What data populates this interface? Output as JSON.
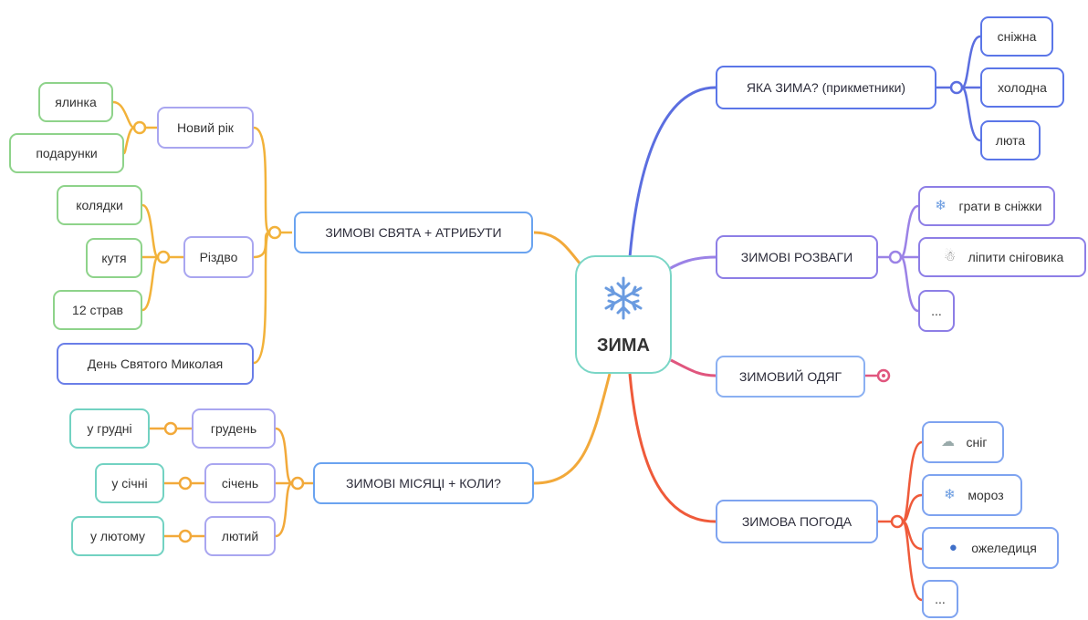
{
  "center": {
    "title": "ЗИМА",
    "icon": "snowflake-icon"
  },
  "colors": {
    "blue": "#5b6ee0",
    "violet": "#9b82e6",
    "pink": "#e0567e",
    "red": "#ef5a3a",
    "orange": "#f2a93a",
    "gold": "#f2b23a"
  },
  "right": {
    "what_winter": {
      "label": "ЯКА ЗИМА? (прикметники)",
      "children": [
        "сніжна",
        "холодна",
        "люта"
      ]
    },
    "fun": {
      "label": "ЗИМОВІ РОЗВАГИ",
      "children": [
        {
          "label": "грати в сніжки",
          "icon": "snowflake-icon"
        },
        {
          "label": "ліпити сніговика",
          "icon": "snowman-icon"
        },
        {
          "label": "..."
        }
      ]
    },
    "clothes": {
      "label": "ЗИМОВИЙ ОДЯГ"
    },
    "weather": {
      "label": "ЗИМОВА ПОГОДА",
      "children": [
        {
          "label": "сніг",
          "icon": "cloud-snow-icon"
        },
        {
          "label": "мороз",
          "icon": "snowflake-icon"
        },
        {
          "label": "ожеледиця",
          "icon": "ice-icon"
        },
        {
          "label": "..."
        }
      ]
    }
  },
  "left": {
    "holidays": {
      "label": "ЗИМОВІ СВЯТА + АТРИБУТИ",
      "new_year": {
        "label": "Новий рік",
        "children": [
          "ялинка",
          "подарунки"
        ]
      },
      "christmas": {
        "label": "Різдво",
        "children": [
          "колядки",
          "кутя",
          "12 страв"
        ]
      },
      "st_nicholas": {
        "label": "День Святого Миколая"
      }
    },
    "months": {
      "label": "ЗИМОВІ МІСЯЦІ + КОЛИ?",
      "items": [
        {
          "label": "грудень",
          "when": "у грудні"
        },
        {
          "label": "січень",
          "when": "у січні"
        },
        {
          "label": "лютий",
          "when": "у лютому"
        }
      ]
    }
  }
}
